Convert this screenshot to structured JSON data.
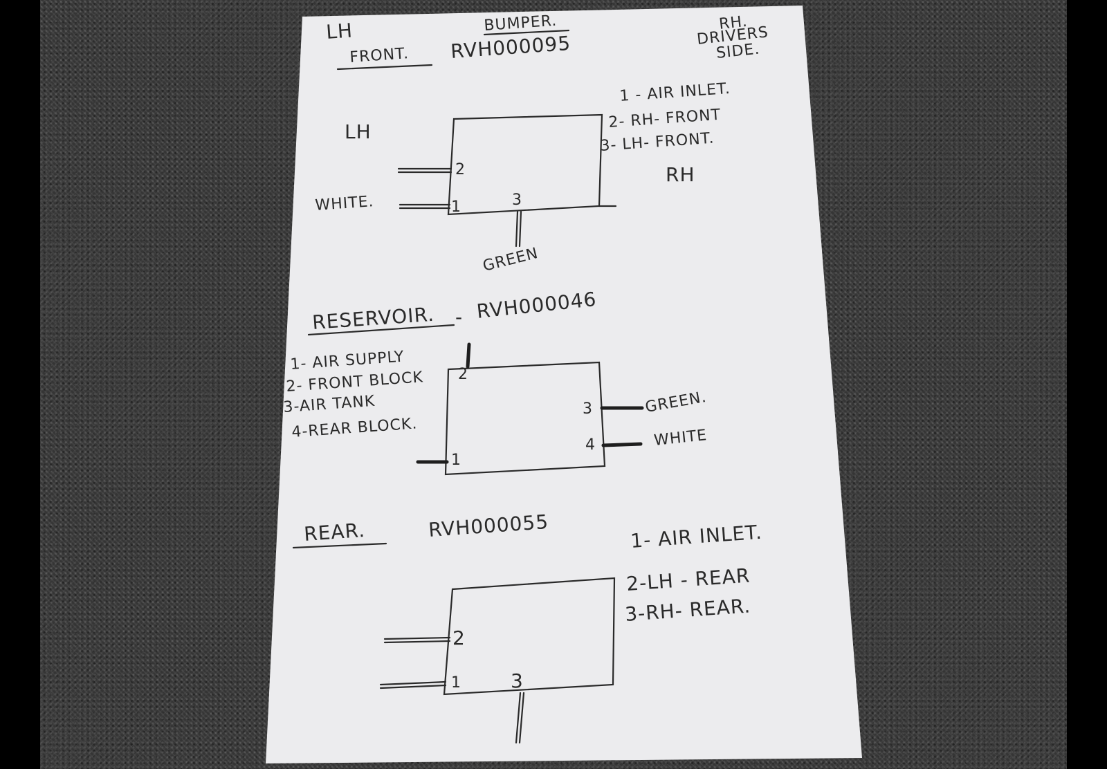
{
  "header": {
    "lh": "LH",
    "title": "BUMPER.",
    "rh_line1": "RH.",
    "rh_line2": "DRIVERS",
    "rh_line3": "SIDE."
  },
  "front": {
    "heading": "FRONT.",
    "part_number": "RVH000095",
    "legend": [
      "1 - AIR INLET.",
      "2- RH- FRONT",
      "3- LH- FRONT."
    ],
    "lh_label": "LH",
    "rh_label": "RH",
    "ports": [
      "1",
      "2",
      "3"
    ],
    "wire_white": "WHITE.",
    "wire_green": "GREEN"
  },
  "reservoir": {
    "heading": "RESERVOIR.",
    "dash": "-",
    "part_number": "RVH000046",
    "legend": [
      "1- AIR SUPPLY",
      "2- FRONT BLOCK",
      "3-AIR TANK",
      "4-REAR BLOCK."
    ],
    "ports": [
      "1",
      "2",
      "3",
      "4"
    ],
    "wire_green": "GREEN.",
    "wire_white": "WHITE"
  },
  "rear": {
    "heading": "REAR.",
    "part_number": "RVH000055",
    "legend": [
      "1- AIR INLET.",
      "2-LH - REAR",
      "3-RH- REAR."
    ],
    "ports": [
      "1",
      "2",
      "3"
    ]
  },
  "colors": {
    "paper": "#ececee",
    "ink": "#2a2a2a",
    "carpet": "#3b3b3b"
  }
}
